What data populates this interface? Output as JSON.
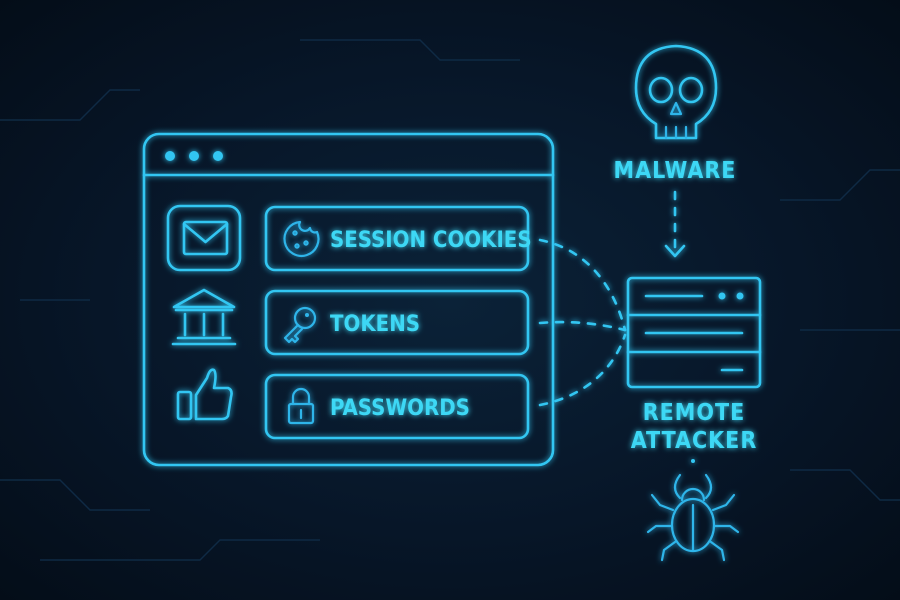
{
  "browser": {
    "items": [
      {
        "label": "SESSION COOKIES",
        "icon": "cookie-icon"
      },
      {
        "label": "TOKENS",
        "icon": "key-icon"
      },
      {
        "label": "PASSWORDS",
        "icon": "padlock-icon"
      }
    ],
    "side_icons": [
      "mail-icon",
      "bank-icon",
      "thumbs-up-icon"
    ]
  },
  "malware": {
    "label": "MALWARE",
    "icon": "skull-icon"
  },
  "attacker": {
    "label_line1": "REMOTE",
    "label_line2": "ATTACKER",
    "icon": "server-icon",
    "bug_icon": "bug-icon"
  },
  "colors": {
    "accent": "#33c6f2",
    "text": "#3ed8f5",
    "background": "#071628"
  }
}
